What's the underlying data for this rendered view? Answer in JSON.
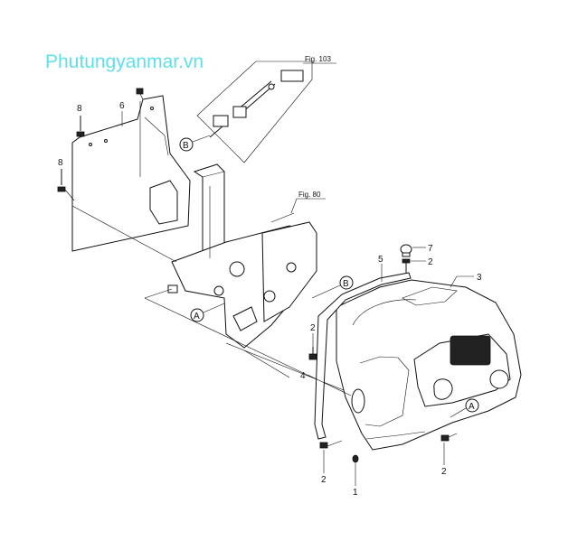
{
  "watermark": "Phutungyanmar.vn",
  "fig_refs": {
    "top": "Fig. 103",
    "middle": "Fig. 80"
  },
  "circled_refs": {
    "a": "A",
    "b": "B"
  },
  "callouts": {
    "p1": "1",
    "p2": "2",
    "p3": "3",
    "p4": "4",
    "p5": "5",
    "p6": "6",
    "p7": "7",
    "p8": "8"
  },
  "colors": {
    "watermark": "#5fe0e8",
    "line": "#111111"
  }
}
